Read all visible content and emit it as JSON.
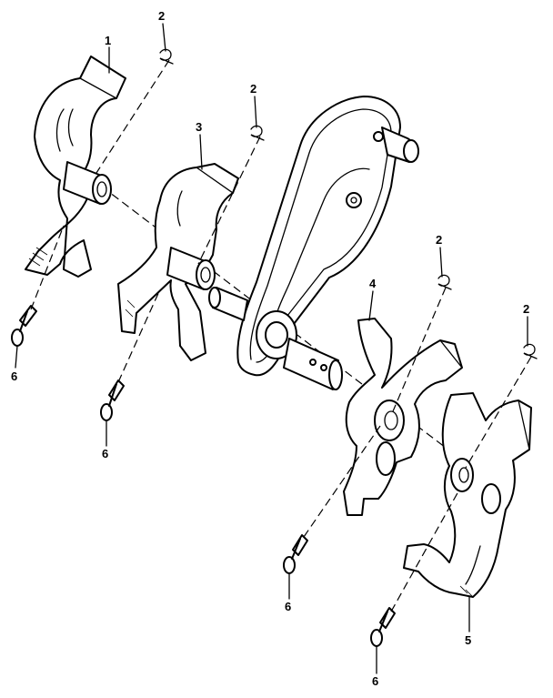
{
  "diagram": {
    "callouts": [
      {
        "id": "c1",
        "label": "1"
      },
      {
        "id": "c2a",
        "label": "2"
      },
      {
        "id": "c2b",
        "label": "2"
      },
      {
        "id": "c2c",
        "label": "2"
      },
      {
        "id": "c2d",
        "label": "2"
      },
      {
        "id": "c3",
        "label": "3"
      },
      {
        "id": "c4",
        "label": "4"
      },
      {
        "id": "c5",
        "label": "5"
      },
      {
        "id": "c6a",
        "label": "6"
      },
      {
        "id": "c6b",
        "label": "6"
      },
      {
        "id": "c6c",
        "label": "6"
      },
      {
        "id": "c6d",
        "label": "6"
      }
    ]
  }
}
